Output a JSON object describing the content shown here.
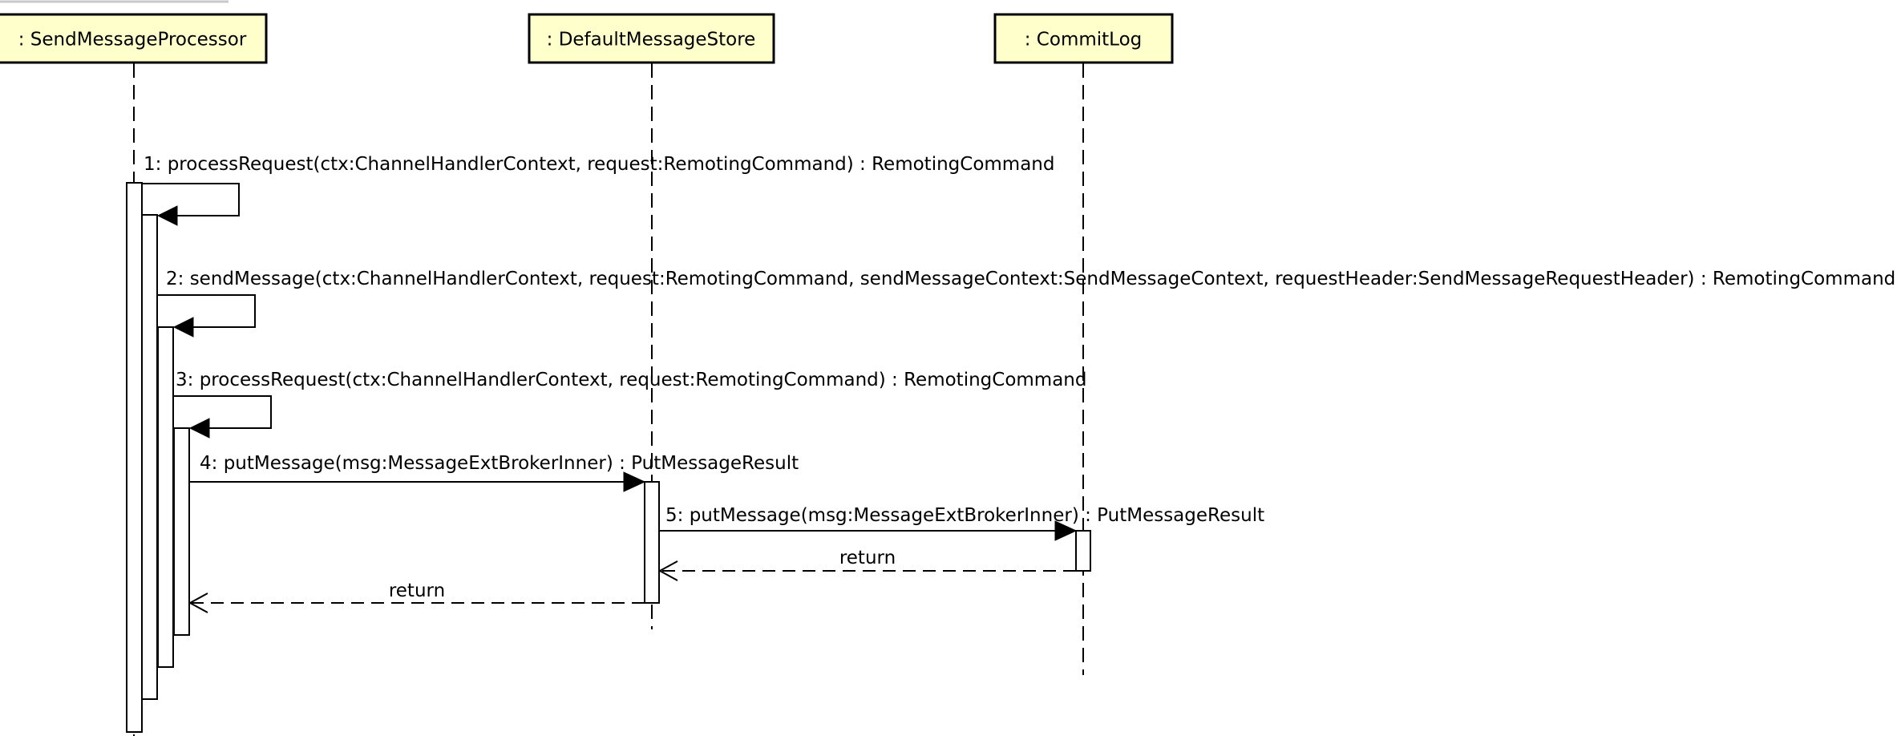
{
  "participants": [
    {
      "id": "send-message-processor",
      "label": ": SendMessageProcessor"
    },
    {
      "id": "default-message-store",
      "label": ": DefaultMessageStore"
    },
    {
      "id": "commit-log",
      "label": ": CommitLog"
    }
  ],
  "messages": [
    {
      "number": "1",
      "label": "1: processRequest(ctx:ChannelHandlerContext, request:RemotingCommand) : RemotingCommand",
      "from": "SendMessageProcessor",
      "to": "SendMessageProcessor",
      "kind": "self-call"
    },
    {
      "number": "2",
      "label": "2: sendMessage(ctx:ChannelHandlerContext, request:RemotingCommand, sendMessageContext:SendMessageContext, requestHeader:SendMessageRequestHeader) : RemotingCommand",
      "from": "SendMessageProcessor",
      "to": "SendMessageProcessor",
      "kind": "self-call"
    },
    {
      "number": "3",
      "label": "3: processRequest(ctx:ChannelHandlerContext, request:RemotingCommand) : RemotingCommand",
      "from": "SendMessageProcessor",
      "to": "SendMessageProcessor",
      "kind": "self-call"
    },
    {
      "number": "4",
      "label": "4: putMessage(msg:MessageExtBrokerInner) : PutMessageResult",
      "from": "SendMessageProcessor",
      "to": "DefaultMessageStore",
      "kind": "call"
    },
    {
      "number": "5",
      "label": "5: putMessage(msg:MessageExtBrokerInner) : PutMessageResult",
      "from": "DefaultMessageStore",
      "to": "CommitLog",
      "kind": "call"
    }
  ],
  "returns": [
    {
      "label": "return",
      "from": "CommitLog",
      "to": "DefaultMessageStore"
    },
    {
      "label": "return",
      "from": "DefaultMessageStore",
      "to": "SendMessageProcessor"
    }
  ],
  "colors": {
    "participant_fill": "#ffffcc",
    "line": "#000000",
    "activation_fill": "#ffffff",
    "frame_corner": "#c8c8c8"
  }
}
